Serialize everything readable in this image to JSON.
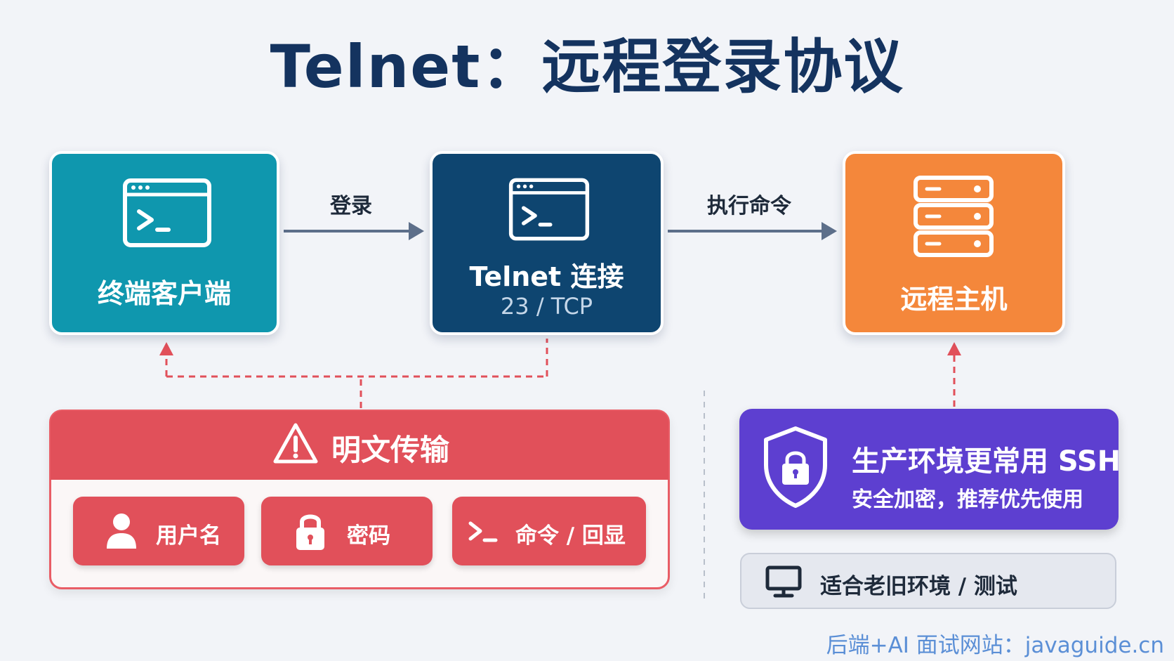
{
  "title": "Telnet：远程登录协议",
  "nodes": {
    "client": {
      "label": "终端客户端"
    },
    "telnet": {
      "label": "Telnet 连接",
      "sub": "23 / TCP"
    },
    "host": {
      "label": "远程主机"
    }
  },
  "edges": {
    "login": "登录",
    "execute": "执行命令"
  },
  "plaintext": {
    "title": "明文传输",
    "items": [
      "用户名",
      "密码",
      "命令 / 回显"
    ]
  },
  "ssh": {
    "title": "生产环境更常用 SSH",
    "subtitle": "安全加密，推荐优先使用"
  },
  "legacy": {
    "label": "适合老旧环境 / 测试"
  },
  "watermark": "后端+AI 面试网站：javaguide.cn",
  "colors": {
    "client": "#0f97ae",
    "telnet": "#0e4570",
    "host": "#f4873b",
    "danger": "#e1505a",
    "ssh": "#5d3fd0",
    "title": "#14335f"
  },
  "icons": {
    "client": "terminal-window-icon",
    "telnet": "terminal-window-icon",
    "host": "server-rack-icon",
    "plaintext": "warning-triangle-icon",
    "username": "user-icon",
    "password": "lock-icon",
    "command": "prompt-icon",
    "ssh": "shield-lock-icon",
    "legacy": "monitor-icon"
  }
}
